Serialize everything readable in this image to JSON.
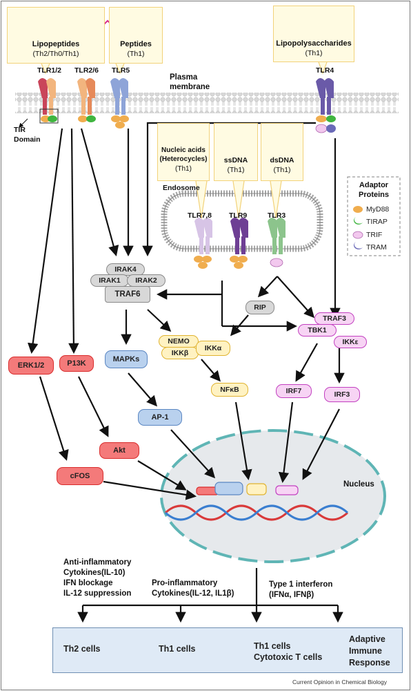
{
  "ligands": {
    "lipopeptides": {
      "name": "Lipopeptides",
      "response": "(Th2/Th0/Th1)"
    },
    "peptides": {
      "name": "Peptides",
      "response": "(Th1)"
    },
    "lps": {
      "name": "Lipopolysaccharides",
      "response": "(Th1)"
    },
    "nucleic_acids": {
      "name_line1": "Nucleic acids",
      "name_line2": "(Heterocycles)",
      "response": "(Th1)"
    },
    "ssdna": {
      "name": "ssDNA",
      "response": "(Th1)"
    },
    "dsdna": {
      "name": "dsDNA",
      "response": "(Th1)"
    }
  },
  "receptors": {
    "tlr12": "TLR1/2",
    "tlr26": "TLR2/6",
    "tlr5": "TLR5",
    "tlr4": "TLR4",
    "tlr78": "TLR7,8",
    "tlr9": "TLR9",
    "tlr3": "TLR3"
  },
  "structures": {
    "plasma_membrane_line1": "Plasma",
    "plasma_membrane_line2": "membrane",
    "tir_line1": "TIR",
    "tir_line2": "Domain",
    "endosome": "Endosome",
    "nucleus": "Nucleus"
  },
  "legend": {
    "title_line1": "Adaptor",
    "title_line2": "Proteins",
    "items": [
      "MyD88",
      "TIRAP",
      "TRIF",
      "TRAM"
    ]
  },
  "nodes": {
    "irak4": "IRAK4",
    "irak1": "IRAK1",
    "irak2": "IRAK2",
    "traf6": "TRAF6",
    "rip": "RIP",
    "traf3": "TRAF3",
    "tbk1": "TBK1",
    "ikke": "IKKε",
    "nemo": "NEMO",
    "ikka": "IKKα",
    "ikkb": "IKKβ",
    "nfkb": "NFκB",
    "irf7": "IRF7",
    "irf3": "IRF3",
    "erk": "ERK1/2",
    "p13k": "P13K",
    "mapks": "MAPKs",
    "ap1": "AP-1",
    "akt": "Akt",
    "cfos": "cFOS"
  },
  "outputs": {
    "anti_inflammatory": [
      "Anti-inflammatory",
      "Cytokines(IL-10)",
      "IFN blockage",
      "IL-12 suppression"
    ],
    "pro_inflammatory": [
      "Pro-inflammatory",
      "Cytokines(IL-12, IL1β)"
    ],
    "type1_ifn": [
      "Type 1 interferon",
      "(IFNα, IFNβ)"
    ]
  },
  "footer": {
    "th2": "Th2 cells",
    "th1": "Th1 cells",
    "th1_ctl_line1": "Th1 cells",
    "th1_ctl_line2": "Cytotoxic T cells",
    "adaptive": [
      "Adaptive",
      "Immune",
      "Response"
    ]
  },
  "credit": "Current Opinion in Chemical Biology",
  "colors": {
    "myd88": "#f0ad4e",
    "tirap": "#3fb53f",
    "trif": "#f2c8ee",
    "tram": "#6a6ab8",
    "membrane_blue": "#c8dcf2"
  }
}
